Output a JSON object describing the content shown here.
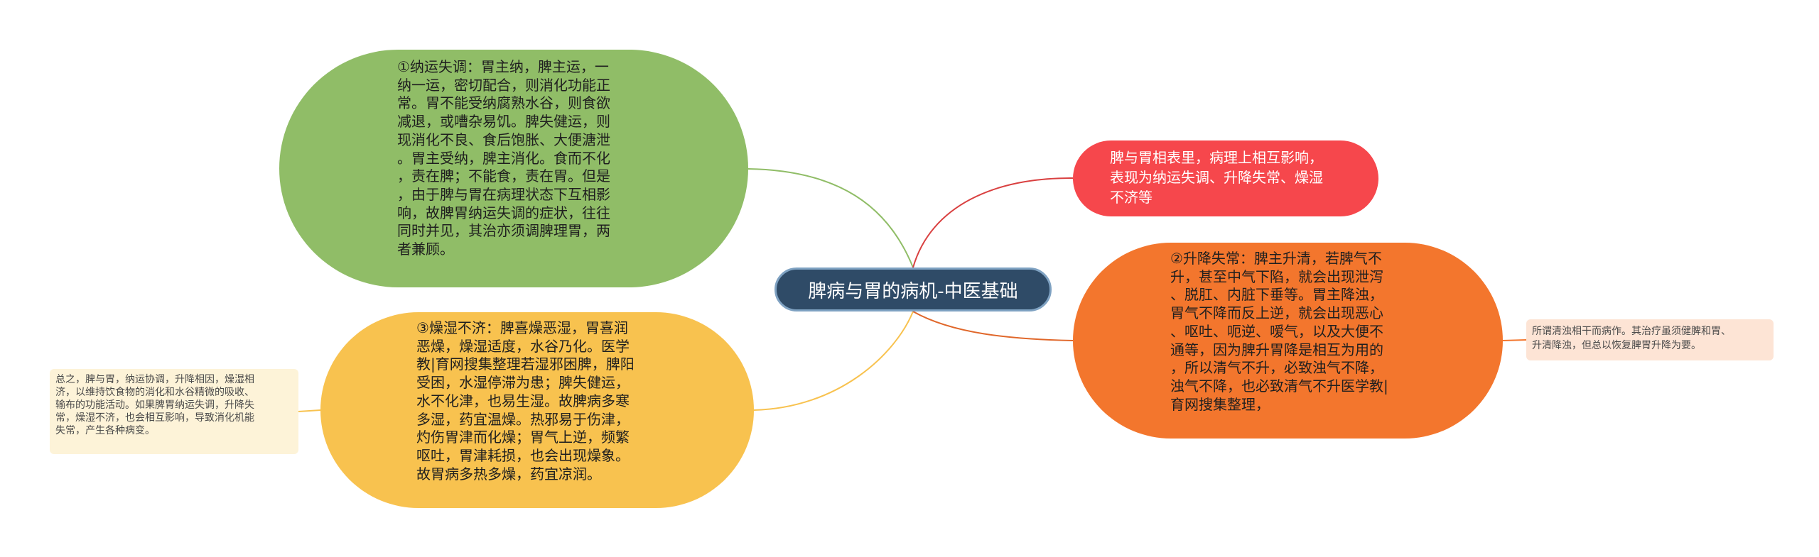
{
  "mindmap": {
    "center": {
      "text": "脾病与胃的病机-中医基础"
    },
    "nodes": [
      {
        "id": "nayun",
        "color": "#90bd67",
        "text": "①纳运失调：胃主纳，脾主运，一\n纳一运，密切配合，则消化功能正\n常。胃不能受纳腐熟水谷，则食欲\n减退，或嘈杂易饥。脾失健运，则\n现消化不良、食后饱胀、大便溏泄\n。胃主受纳，脾主消化。食而不化\n，责在脾；不能食，责在胃。但是\n，由于脾与胃在病理状态下互相影\n响，故脾胃纳运失调的症状，往往\n同时并见，其治亦须调脾理胃，两\n者兼顾。"
      },
      {
        "id": "zaoshi",
        "color": "#f8c24f",
        "text": "③燥湿不济：脾喜燥恶湿，胃喜润\n恶燥，燥湿适度，水谷乃化。医学\n教|育网搜集整理若湿邪困脾，脾阳\n受困，水湿停滞为患；脾失健运，\n水不化津，也易生湿。故脾病多寒\n多湿，药宜温燥。热邪易于伤津，\n灼伤胃津而化燥；胃气上逆，频繁\n呕吐，胃津耗损，也会出现燥象。\n故胃病多热多燥，药宜凉润。"
      },
      {
        "id": "biaoli",
        "color": "#f6474c",
        "text": "脾与胃相表里，病理上相互影响，\n表现为纳运失调、升降失常、燥湿\n不济等"
      },
      {
        "id": "shengjiang",
        "color": "#f3762d",
        "text": "②升降失常：脾主升清，若脾气不\n升，甚至中气下陷，就会出现泄泻\n、脱肛、内脏下垂等。胃主降浊，\n胃气不降而反上逆，就会出现恶心\n、呕吐、呃逆、嗳气，以及大便不\n通等，因为脾升胃降是相互为用的\n，所以清气不升，必致浊气不降，\n浊气不降，也必致清气不升医学教|\n育网搜集整理，"
      }
    ],
    "notes": [
      {
        "id": "zongzhi",
        "color": "#fdf3d8",
        "text": "总之，脾与胃，纳运协调，升降相因，燥湿相\n济，以维持饮食物的消化和水谷精微的吸收、\n输布的功能活动。如果脾胃纳运失调，升降失\n常，燥湿不济，也会相互影响，导致消化机能\n失常，产生各种病变。"
      },
      {
        "id": "qingzhuo",
        "color": "#fde4d5",
        "text": "所谓清浊相干而病作。其治疗虽须健脾和胃、\n升清降浊，但总以恢复脾胃升降为要。"
      }
    ],
    "connector_colors": {
      "nayun": "#90bd67",
      "zaoshi": "#f8c24f",
      "biaoli": "#d94040",
      "shengjiang": "#e0672a",
      "zongzhi": "#f8c24f",
      "qingzhuo": "#f3762d"
    }
  }
}
